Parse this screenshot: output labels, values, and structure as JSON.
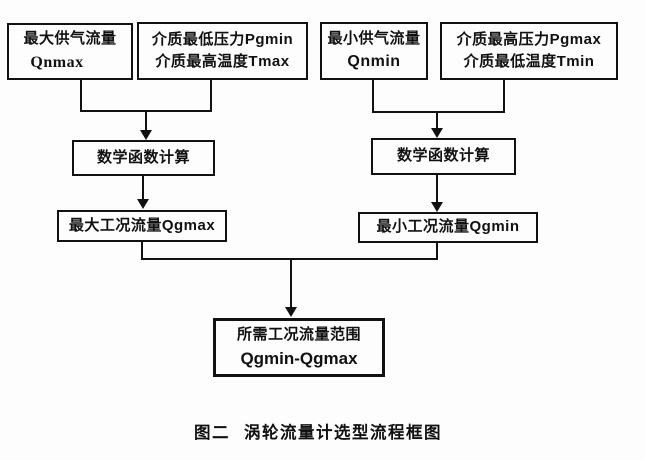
{
  "diagram": {
    "caption": {
      "label": "图二",
      "title": "涡轮流量计选型流程框图"
    },
    "nodes": {
      "qnmax": {
        "line1": "最大供气流量",
        "line2": "Qnmax"
      },
      "pgmin_tmax": {
        "line1": "介质最低压力Pgmin",
        "line2": "介质最高温度Tmax"
      },
      "qnmin": {
        "line1": "最小供气流量",
        "line2": "Qnmin"
      },
      "pgmax_tmin": {
        "line1": "介质最高压力Pgmax",
        "line2": "介质最低温度Tmin"
      },
      "math_left": {
        "label": "数学函数计算"
      },
      "math_right": {
        "label": "数学函数计算"
      },
      "qgmax": {
        "label": "最大工况流量Qgmax"
      },
      "qgmin": {
        "label": "最小工况流量Qgmin"
      },
      "result": {
        "line1": "所需工况流量范围",
        "line2": "Qgmin-Qgmax"
      }
    },
    "colors": {
      "line": "#111111",
      "background": "#fdfdfd",
      "text": "#111111"
    }
  }
}
